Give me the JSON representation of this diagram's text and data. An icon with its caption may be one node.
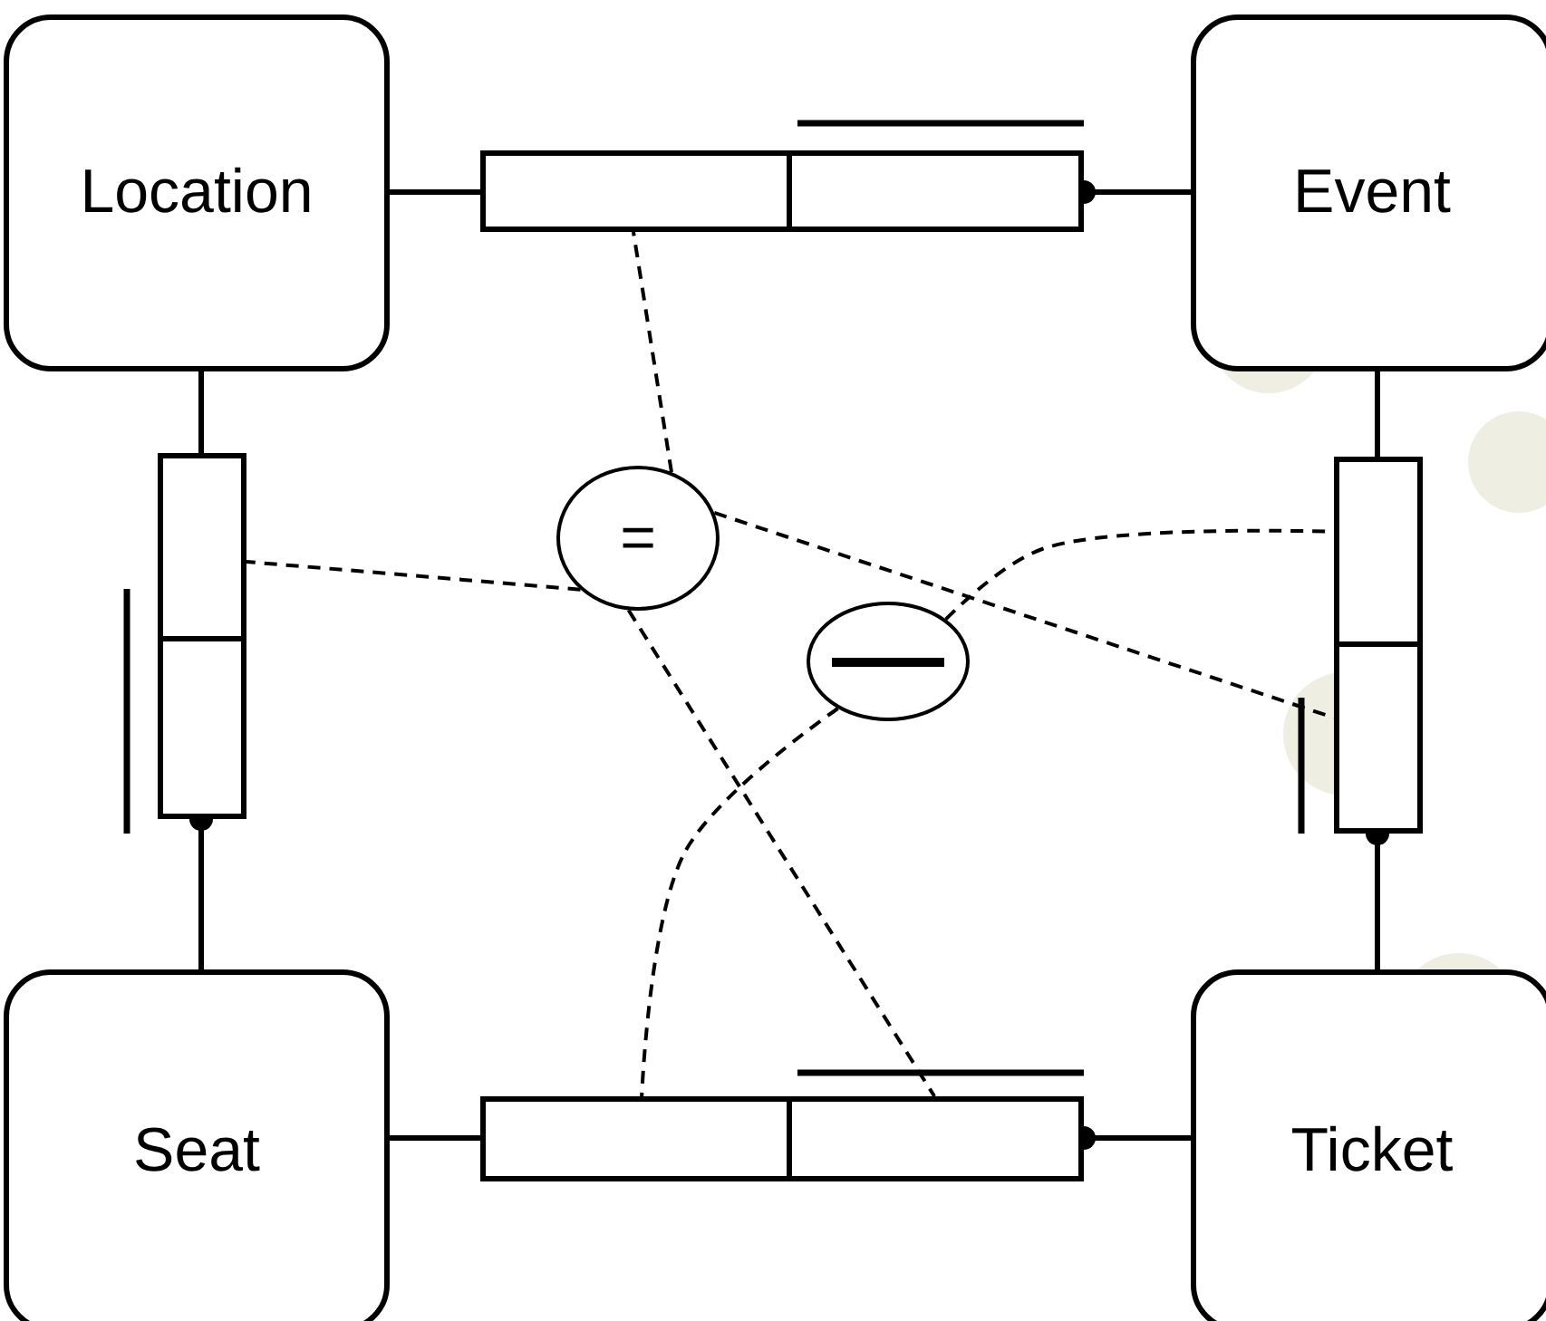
{
  "diagram": {
    "nodes": [
      {
        "text": [
          "Location"
        ]
      },
      {
        "text": [
          "Event"
        ]
      },
      {
        "text": [
          "Seat"
        ]
      },
      {
        "text": [
          "Ticket"
        ]
      },
      {
        "text": [],
        "shape": "box"
      },
      {
        "text": [],
        "shape": "box"
      },
      {
        "text": [],
        "shape": "box"
      },
      {
        "text": [],
        "shape": "box"
      },
      {
        "text": [],
        "shape": "box"
      },
      {
        "text": [],
        "shape": "box"
      },
      {
        "text": [],
        "shape": "box"
      },
      {
        "text": [],
        "shape": "box"
      },
      {
        "text": [
          "="
        ]
      },
      {
        "text": [],
        "shape": "circle"
      }
    ],
    "edges": [
      {
        "from": 0,
        "to": 4,
        "arrow": "none"
      },
      {
        "from": 5,
        "to": 1,
        "arrow": "other"
      },
      {
        "from": 0,
        "to": 6,
        "arrow": "none"
      },
      {
        "from": 7,
        "to": 2,
        "arrow": "other"
      },
      {
        "from": 1,
        "to": 8,
        "arrow": "none"
      },
      {
        "from": 9,
        "to": 3,
        "arrow": "other"
      },
      {
        "from": 2,
        "to": 10,
        "arrow": "none"
      },
      {
        "from": 11,
        "to": 3,
        "arrow": "other"
      },
      {
        "from": 12,
        "to": 4,
        "arrow": "none",
        "style": "dashed"
      },
      {
        "from": 12,
        "to": 6,
        "arrow": "none",
        "style": "dashed"
      },
      {
        "from": 12,
        "to": 9,
        "arrow": "none",
        "style": "dashed"
      },
      {
        "from": 12,
        "to": 11,
        "arrow": "none",
        "style": "dashed"
      },
      {
        "from": 13,
        "to": 8,
        "arrow": "none",
        "style": "dashed"
      },
      {
        "from": 13,
        "to": 10,
        "arrow": "none",
        "style": "dashed"
      }
    ]
  }
}
